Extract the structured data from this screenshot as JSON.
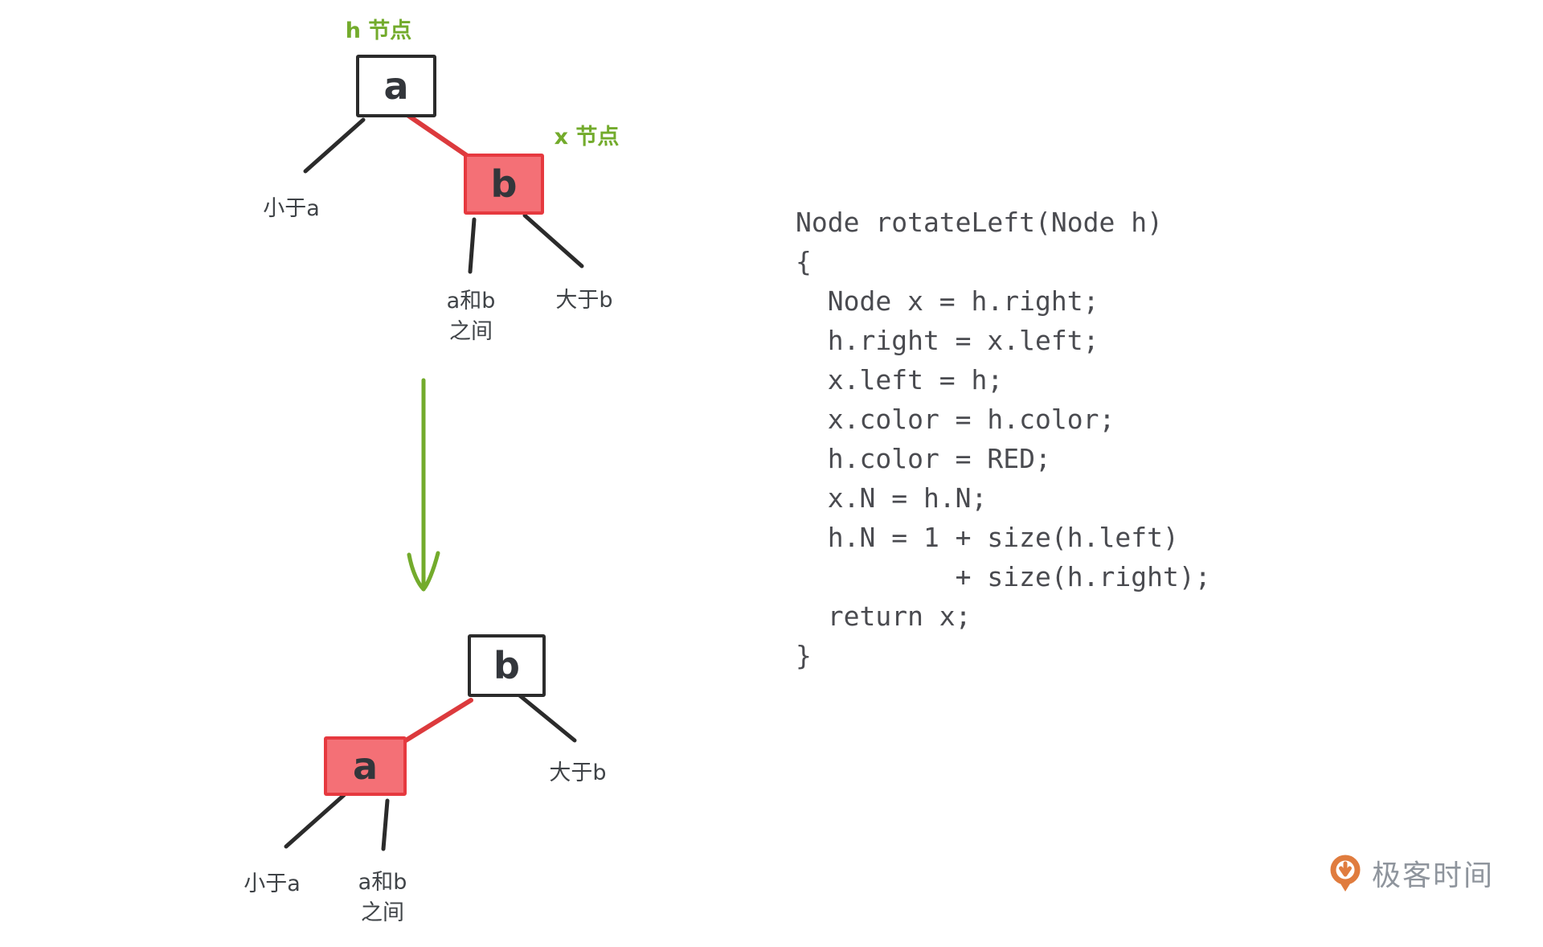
{
  "colors": {
    "ink": "#2b2b2b",
    "label_text": "#3f4347",
    "green": "#73ab2c",
    "red_edge": "#dc3a3d",
    "red_node_fill": "#f47076",
    "red_node_border": "#e6393f",
    "code_text": "#4a4b50",
    "logo_orange": "#e07c3e",
    "logo_gray": "#8f959d"
  },
  "diagram_before": {
    "h_node_label": "h 节点",
    "x_node_label": "x 节点",
    "node_a": "a",
    "node_b": "b",
    "left_subtree_label": "小于a",
    "mid_subtree_label_line1": "a和b",
    "mid_subtree_label_line2": "之间",
    "right_subtree_label": "大于b"
  },
  "diagram_after": {
    "node_a": "a",
    "node_b": "b",
    "left_subtree_label": "小于a",
    "mid_subtree_label_line1": "a和b",
    "mid_subtree_label_line2": "之间",
    "right_subtree_label": "大于b"
  },
  "code": {
    "lines": [
      "Node rotateLeft(Node h)",
      "{",
      "  Node x = h.right;",
      "  h.right = x.left;",
      "  x.left = h;",
      "  x.color = h.color;",
      "  h.color = RED;",
      "  x.N = h.N;",
      "  h.N = 1 + size(h.left)",
      "          + size(h.right);",
      "  return x;",
      "}"
    ]
  },
  "footer": {
    "brand": "极客时间"
  }
}
